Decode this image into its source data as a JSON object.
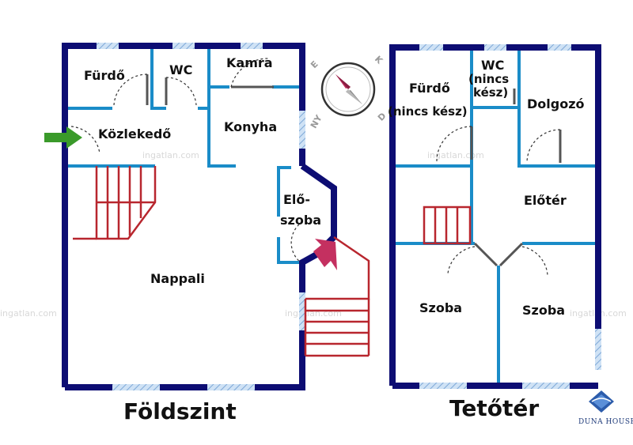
{
  "ground_floor": {
    "title": "Földszint",
    "rooms": {
      "furdo": "Fürdő",
      "wc": "WC",
      "kamra": "Kamra",
      "kozlekedo": "Közlekedő",
      "konyha": "Konyha",
      "eloszoba_1": "Elő-",
      "eloszoba_2": "szoba",
      "nappali": "Nappali"
    }
  },
  "attic": {
    "title": "Tetőtér",
    "rooms": {
      "furdo": "Fürdő",
      "furdo_note": "(nincs kész)",
      "wc": "WC",
      "wc_note_1": "(nincs",
      "wc_note_2": "kész)",
      "dolgozo": "Dolgozó",
      "eloter": "Előtér",
      "szoba_1": "Szoba",
      "szoba_2": "Szoba"
    }
  },
  "compass": {
    "e": "E",
    "k": "K",
    "d": "D",
    "ny": "NY"
  },
  "watermark": "ingatlan.com",
  "brand": "DUNA HOUSE",
  "colors": {
    "outer_wall": "#0d0d73",
    "inner_wall": "#1a8cc8",
    "window": "#9bc3e6",
    "stairs": "#b8262e",
    "entry_arrow": "#3a9a2a",
    "entry_arrow_2": "#c43060"
  }
}
